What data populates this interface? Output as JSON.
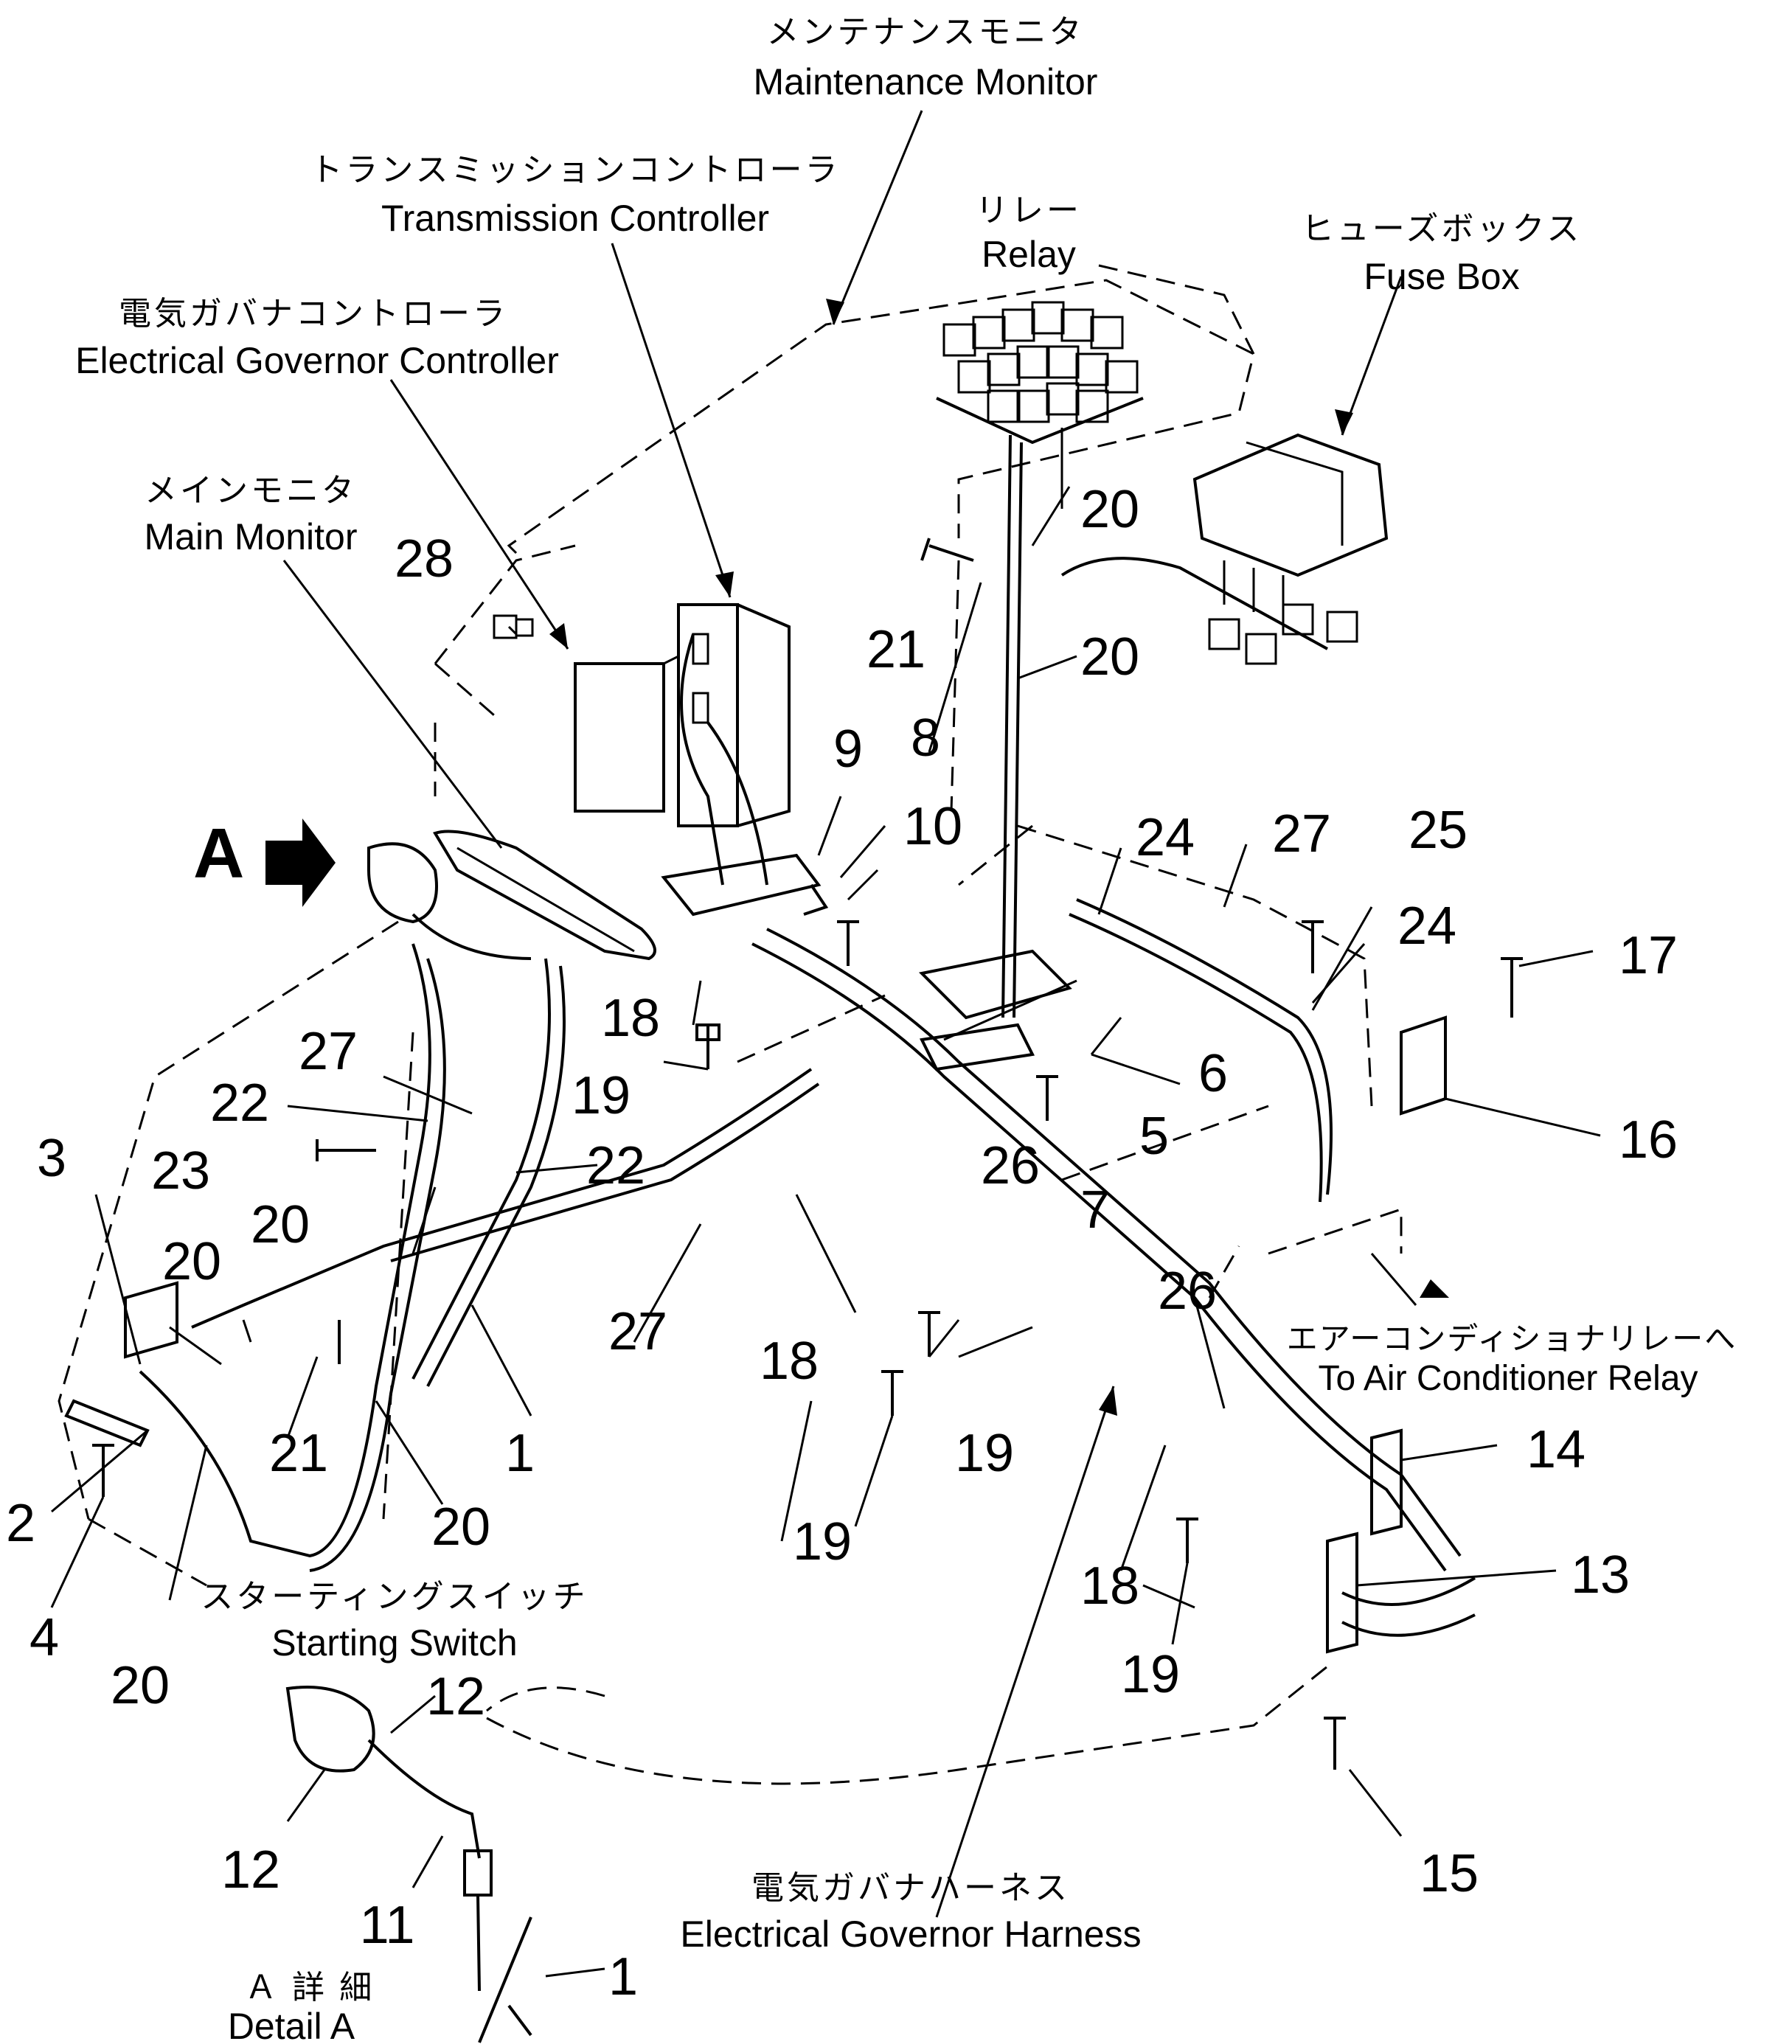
{
  "callouts": {
    "maintenance_monitor": {
      "jp": "メンテナンスモニタ",
      "en": "Maintenance Monitor"
    },
    "transmission_controller": {
      "jp": "トランスミッションコントローラ",
      "en": "Transmission Controller"
    },
    "relay": {
      "jp": "リレー",
      "en": "Relay"
    },
    "fuse_box": {
      "jp": "ヒューズボックス",
      "en": "Fuse Box"
    },
    "electrical_governor_controller": {
      "jp": "電気ガバナコントローラ",
      "en": "Electrical Governor Controller"
    },
    "main_monitor": {
      "jp": "メインモニタ",
      "en": "Main Monitor"
    },
    "air_conditioner_relay": {
      "jp": "エアーコンディショナリレーへ",
      "en": "To Air Conditioner Relay"
    },
    "starting_switch": {
      "jp": "スターティングスイッチ",
      "en": "Starting Switch"
    },
    "electrical_governor_harness": {
      "jp": "電気ガバナハーネス",
      "en": "Electrical Governor Harness"
    },
    "detail_a": {
      "jp": "Ａ 詳 細",
      "en": "Detail A"
    },
    "view_arrow": "A"
  },
  "part_numbers": [
    "1",
    "2",
    "3",
    "4",
    "5",
    "6",
    "7",
    "8",
    "9",
    "10",
    "11",
    "12",
    "13",
    "14",
    "15",
    "16",
    "17",
    "18",
    "19",
    "20",
    "21",
    "22",
    "23",
    "24",
    "25",
    "26",
    "27",
    "28"
  ]
}
